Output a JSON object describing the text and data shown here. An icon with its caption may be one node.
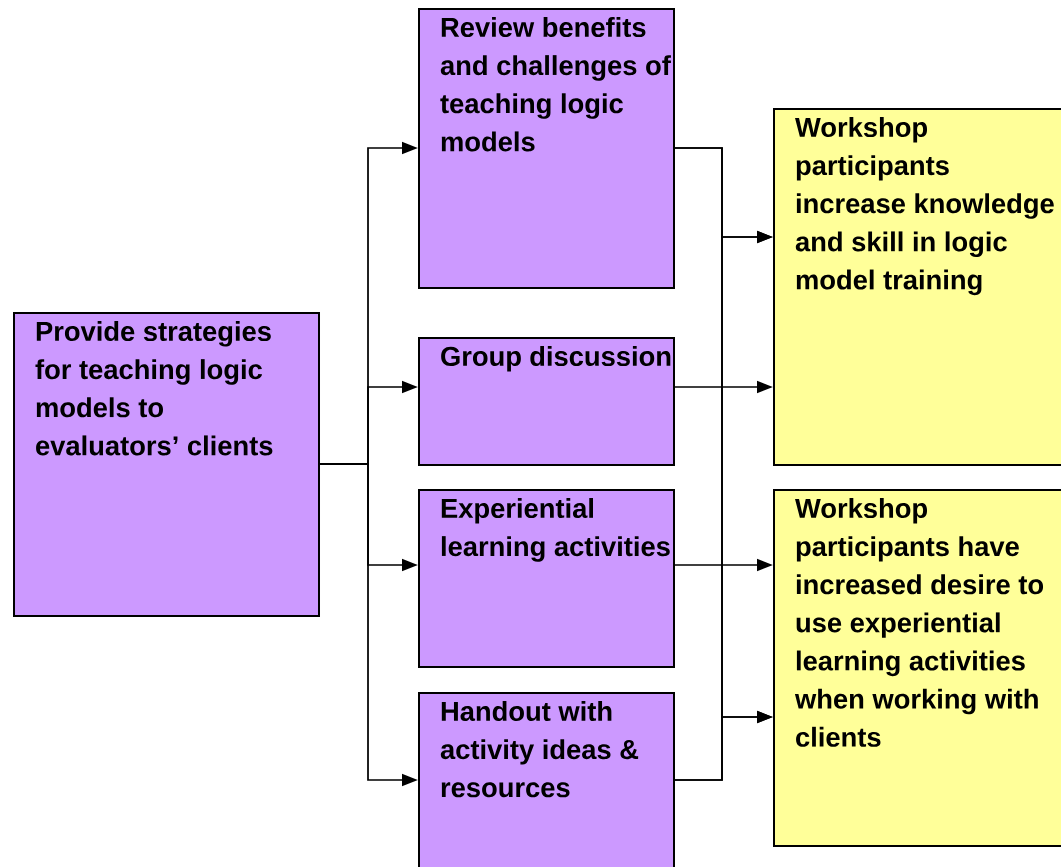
{
  "diagram": {
    "nodes": [
      {
        "text": [
          "Provide strategies for teaching logic models to evaluators’ clients"
        ]
      },
      {
        "text": [
          "Review benefits and challenges of teaching logic models"
        ]
      },
      {
        "text": [
          "Group discussion"
        ]
      },
      {
        "text": [
          "Experiential learning activities"
        ]
      },
      {
        "text": [
          "Handout with activity ideas & resources"
        ]
      },
      {
        "text": [
          "Workshop participants increase knowledge and skill in logic model training"
        ]
      },
      {
        "text": [
          "Workshop participants have increased desire to use experiential learning activities when working with clients"
        ]
      }
    ],
    "edges": [
      {
        "from": 0,
        "to": 1,
        "arrow": "to"
      },
      {
        "from": 0,
        "to": 2,
        "arrow": "to"
      },
      {
        "from": 0,
        "to": 3,
        "arrow": "to"
      },
      {
        "from": 0,
        "to": 4,
        "arrow": "to"
      },
      {
        "from": 1,
        "to": 5,
        "arrow": "to"
      },
      {
        "from": 1,
        "to": 6,
        "arrow": "to"
      },
      {
        "from": 2,
        "to": 5,
        "arrow": "to"
      },
      {
        "from": 3,
        "to": 6,
        "arrow": "to"
      },
      {
        "from": 4,
        "to": 5,
        "arrow": "to"
      },
      {
        "from": 4,
        "to": 6,
        "arrow": "to"
      }
    ]
  }
}
